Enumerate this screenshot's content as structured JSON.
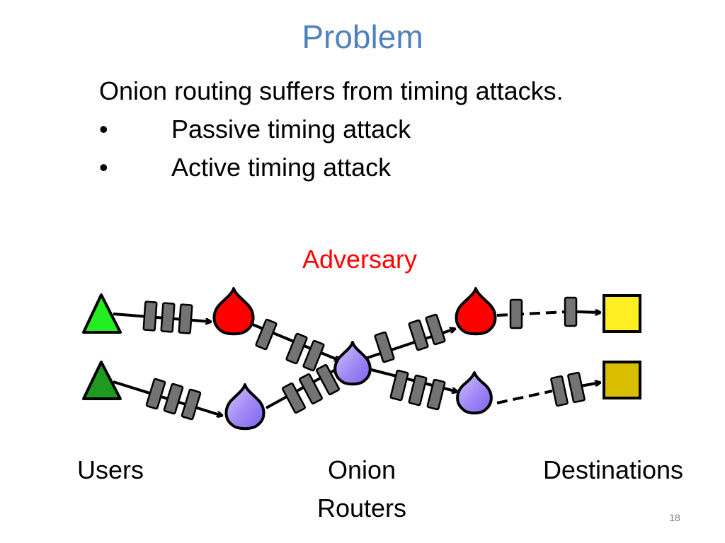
{
  "slide": {
    "title": "Problem",
    "intro": "Onion routing suffers from timing attacks.",
    "bullets": [
      {
        "marker": "•",
        "text": "Passive timing attack"
      },
      {
        "marker": "•",
        "text": "Active timing attack"
      }
    ],
    "adversary_label": "Adversary",
    "labels": {
      "users": "Users",
      "onion_routers_line1": "Onion",
      "onion_routers_line2": "Routers",
      "destinations": "Destinations"
    },
    "slide_number": "18"
  },
  "colors": {
    "title": "#4f81bd",
    "adversary": "#ff0000",
    "user_triangle_top": "#22ee22",
    "user_triangle_bottom": "#1e9a1e",
    "compromised_router": "#ff0000",
    "honest_router": "#9f88f4",
    "destination_top": "#ffee22",
    "destination_bottom": "#d8bd00",
    "packet": "#737373"
  }
}
